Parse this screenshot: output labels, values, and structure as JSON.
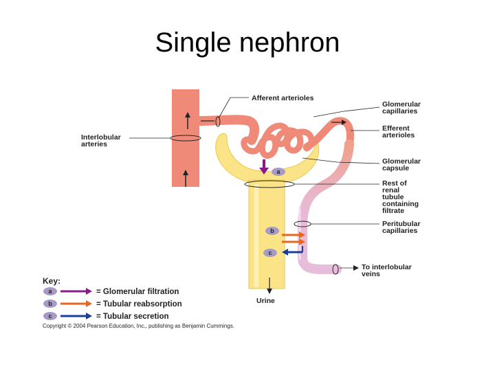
{
  "title": "Single nephron",
  "labels": {
    "afferent": "Afferent arterioles",
    "glomerular_caps_1": "Glomerular",
    "glomerular_caps_2": "capillaries",
    "efferent_1": "Efferent",
    "efferent_2": "arterioles",
    "interlobular_1": "Interlobular",
    "interlobular_2": "arteries",
    "capsule_1": "Glomerular",
    "capsule_2": "capsule",
    "rest_1": "Rest of",
    "rest_2": "renal",
    "rest_3": "tubule",
    "rest_4": "containing",
    "rest_5": "filtrate",
    "peritubular_1": "Peritubular",
    "peritubular_2": "capillaries",
    "veins_1": "To interlobular",
    "veins_2": "veins",
    "urine": "Urine"
  },
  "badges": {
    "a": "a",
    "b": "b",
    "c": "c"
  },
  "key": {
    "title": "Key:",
    "items": [
      {
        "badge": "a",
        "text": "= Glomerular filtration"
      },
      {
        "badge": "b",
        "text": "= Tubular reabsorption"
      },
      {
        "badge": "c",
        "text": "= Tubular secretion"
      }
    ]
  },
  "copyright": "Copyright © 2004 Pearson Education, Inc., publishing as Benjamin Cummings.",
  "colors": {
    "artery": "#f08a78",
    "tubule": "#fbe488",
    "tubule_edge": "#e8c84a",
    "peritubular": "#e6bedb",
    "filtration": "#8a1a8a",
    "reabsorption": "#e8661e",
    "secretion": "#1a3f9a",
    "badge": "#a89ac6"
  }
}
